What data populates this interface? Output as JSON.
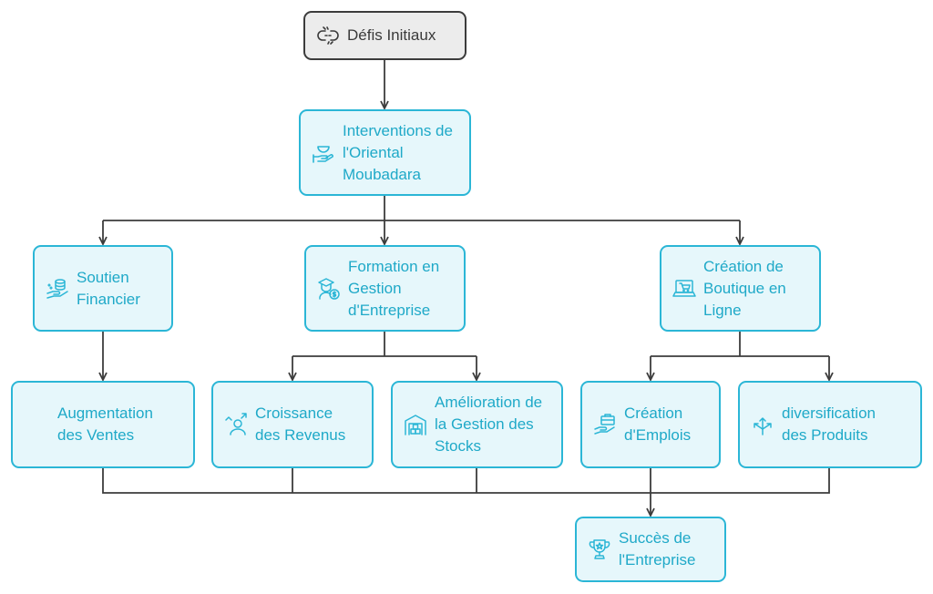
{
  "nodes": {
    "defis": "Défis Initiaux",
    "interventions": "Interventions de l'Oriental Moubadara",
    "soutien": "Soutien Financier",
    "formation": "Formation en Gestion d'Entreprise",
    "boutique": "Création de Boutique en Ligne",
    "ventes": "Augmentation des Ventes",
    "revenus": "Croissance des Revenus",
    "stocks": "Amélioration de la Gestion des Stocks",
    "emplois": "Création d'Emplois",
    "produits": "diversification des Produits",
    "succes": "Succès de l'Entreprise"
  },
  "icons": {
    "defis": "broken-link-icon",
    "interventions": "hand-bowl-icon",
    "soutien": "coins-hand-icon",
    "formation": "graduate-money-icon",
    "boutique": "laptop-cart-icon",
    "revenus": "person-growth-icon",
    "stocks": "warehouse-icon",
    "emplois": "hand-briefcase-icon",
    "produits": "diverging-arrows-icon",
    "succes": "trophy-icon"
  },
  "colors": {
    "accent": "#2bb6d6",
    "node_fill": "#e6f7fb",
    "start_fill": "#ececec",
    "edge": "#3c3c3c"
  }
}
